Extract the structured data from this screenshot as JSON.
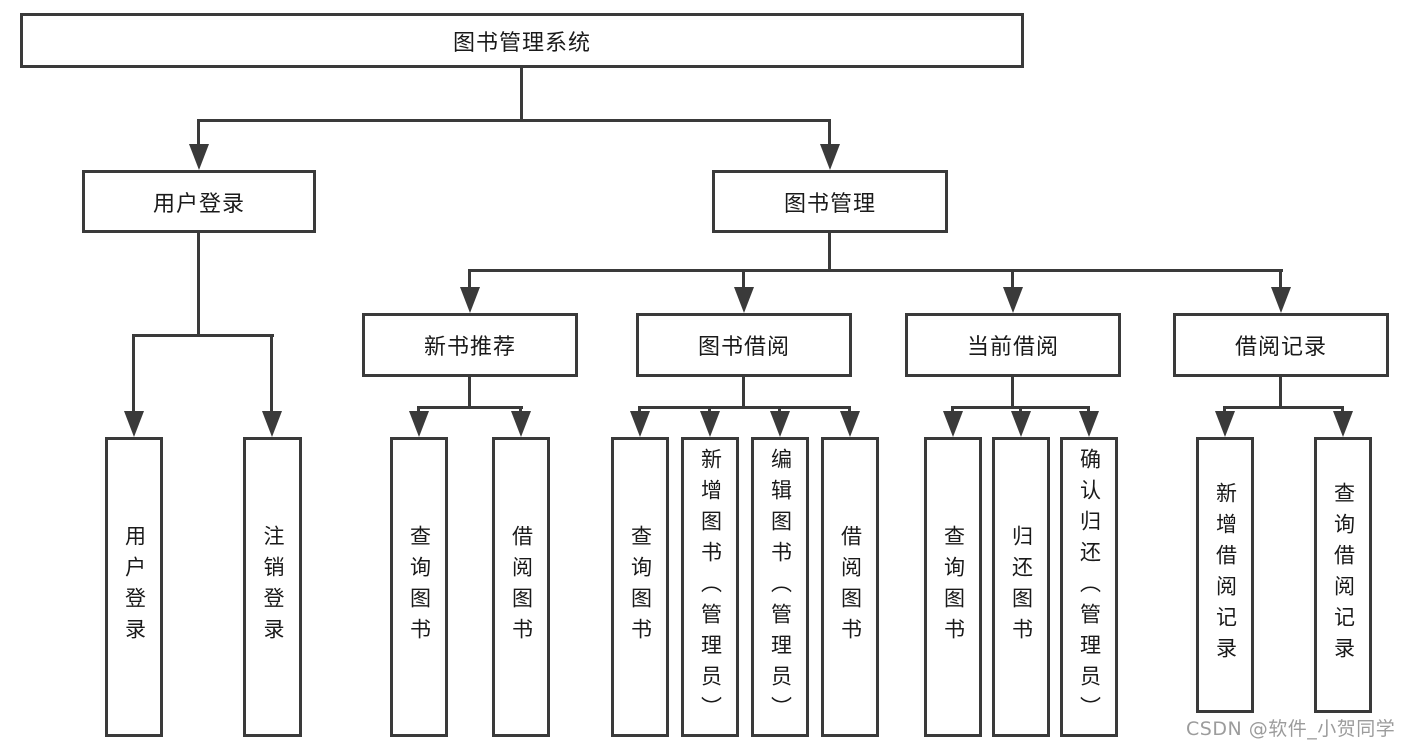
{
  "diagram": {
    "root": {
      "label": "图书管理系统"
    },
    "level1": [
      {
        "label": "用户登录"
      },
      {
        "label": "图书管理"
      }
    ],
    "level2": [
      {
        "label": "新书推荐"
      },
      {
        "label": "图书借阅"
      },
      {
        "label": "当前借阅"
      },
      {
        "label": "借阅记录"
      }
    ],
    "leaves": [
      {
        "label": "用户登录"
      },
      {
        "label": "注销登录"
      },
      {
        "label": "查询图书"
      },
      {
        "label": "借阅图书"
      },
      {
        "label": "查询图书"
      },
      {
        "label": "新增图书（管理员）"
      },
      {
        "label": "编辑图书（管理员）"
      },
      {
        "label": "借阅图书"
      },
      {
        "label": "查询图书"
      },
      {
        "label": "归还图书"
      },
      {
        "label": "确认归还（管理员）"
      },
      {
        "label": "新增借阅记录"
      },
      {
        "label": "查询借阅记录"
      }
    ],
    "colors": {
      "line": "#3a3a3a",
      "text": "#1a1a1a",
      "background": "#ffffff",
      "watermark": "#9c9c9c"
    }
  },
  "watermark": {
    "text": "CSDN @软件_小贺同学"
  }
}
